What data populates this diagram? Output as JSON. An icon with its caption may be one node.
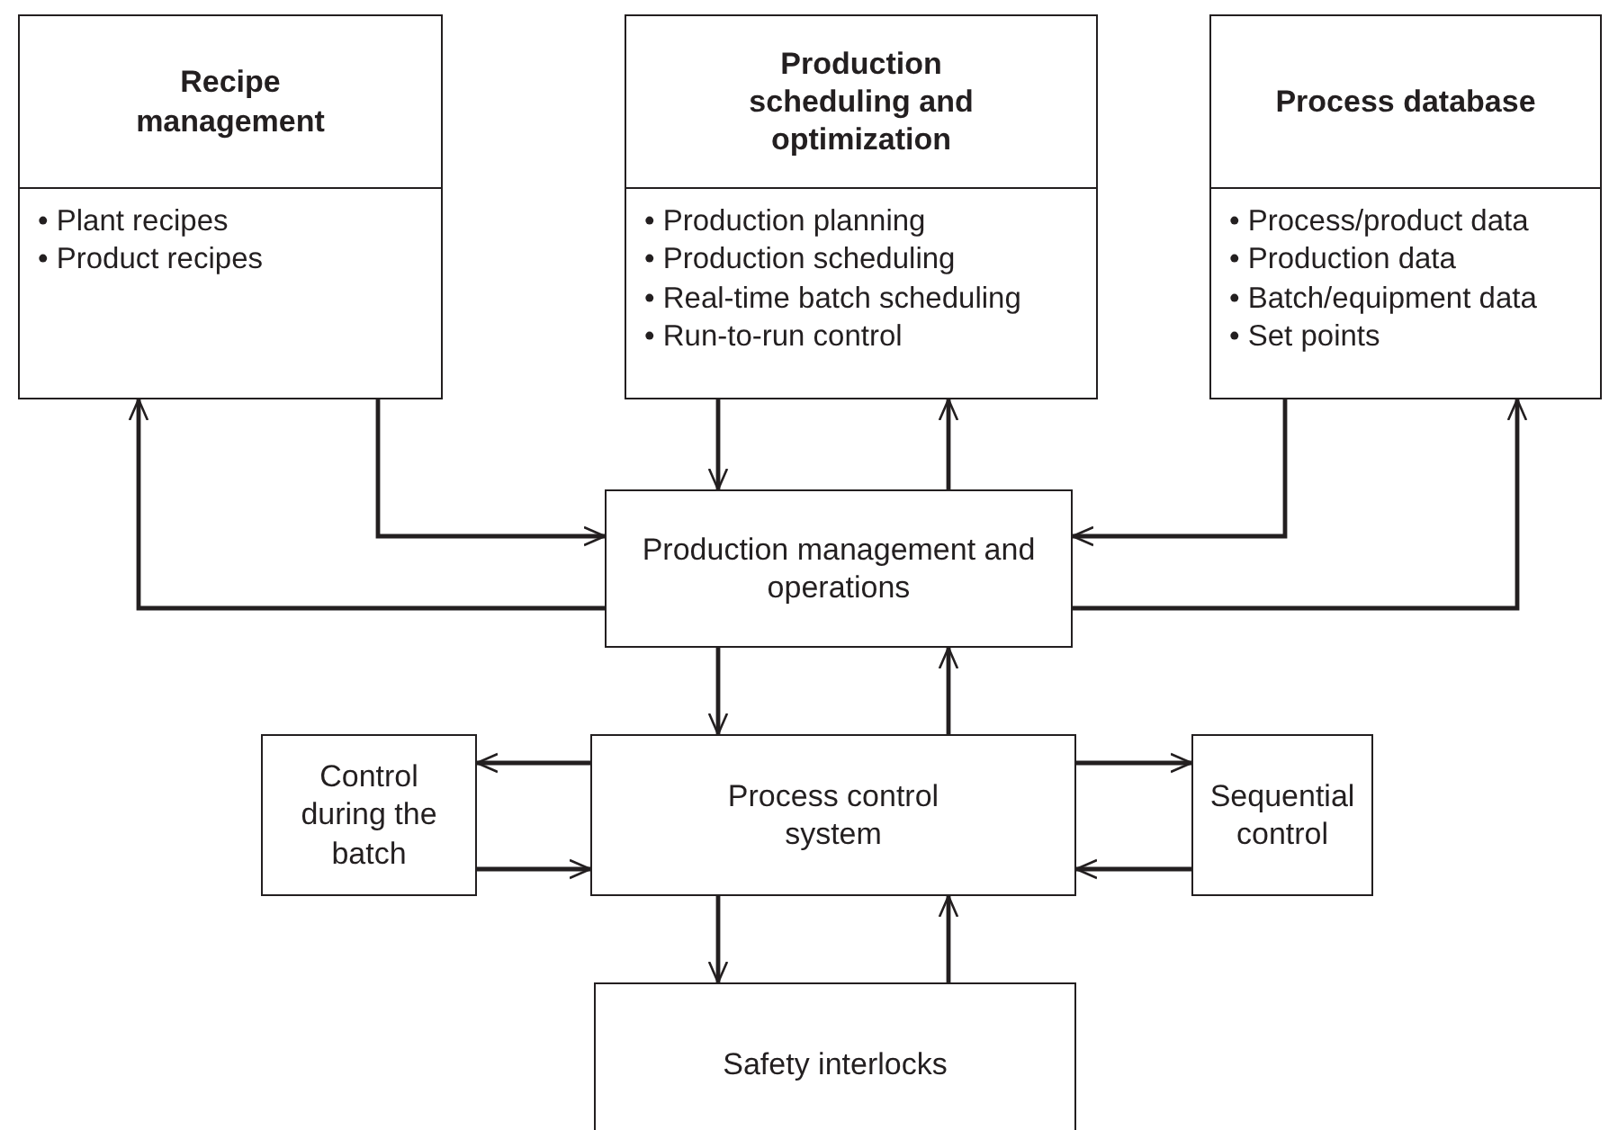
{
  "diagram": {
    "nodes": [
      {
        "text": [
          "Recipe management",
          "• Plant recipes",
          "• Product recipes"
        ]
      },
      {
        "text": [
          "Production scheduling and optimization",
          "• Production planning",
          "• Production scheduling",
          "• Real-time batch scheduling",
          "• Run-to-run control"
        ]
      },
      {
        "text": [
          "Process database",
          "• Process/product data",
          "• Production data",
          "• Batch/equipment data",
          "• Set points"
        ]
      },
      {
        "text": [
          "Production management and operations"
        ]
      },
      {
        "text": [
          "Process control system"
        ]
      },
      {
        "text": [
          "Control during the batch"
        ]
      },
      {
        "text": [
          "Sequential control"
        ]
      },
      {
        "text": [
          "Safety interlocks"
        ]
      }
    ],
    "edges": [
      {
        "from": 0,
        "to": 3,
        "arrow": "to"
      },
      {
        "from": 3,
        "to": 0,
        "arrow": "to"
      },
      {
        "from": 1,
        "to": 3,
        "arrow": "to"
      },
      {
        "from": 3,
        "to": 1,
        "arrow": "to"
      },
      {
        "from": 2,
        "to": 3,
        "arrow": "to"
      },
      {
        "from": 3,
        "to": 2,
        "arrow": "to"
      },
      {
        "from": 3,
        "to": 4,
        "arrow": "to"
      },
      {
        "from": 4,
        "to": 3,
        "arrow": "to"
      },
      {
        "from": 4,
        "to": 5,
        "arrow": "to"
      },
      {
        "from": 5,
        "to": 4,
        "arrow": "to"
      },
      {
        "from": 4,
        "to": 6,
        "arrow": "to"
      },
      {
        "from": 6,
        "to": 4,
        "arrow": "to"
      },
      {
        "from": 4,
        "to": 7,
        "arrow": "to"
      },
      {
        "from": 7,
        "to": 4,
        "arrow": "to"
      }
    ]
  }
}
